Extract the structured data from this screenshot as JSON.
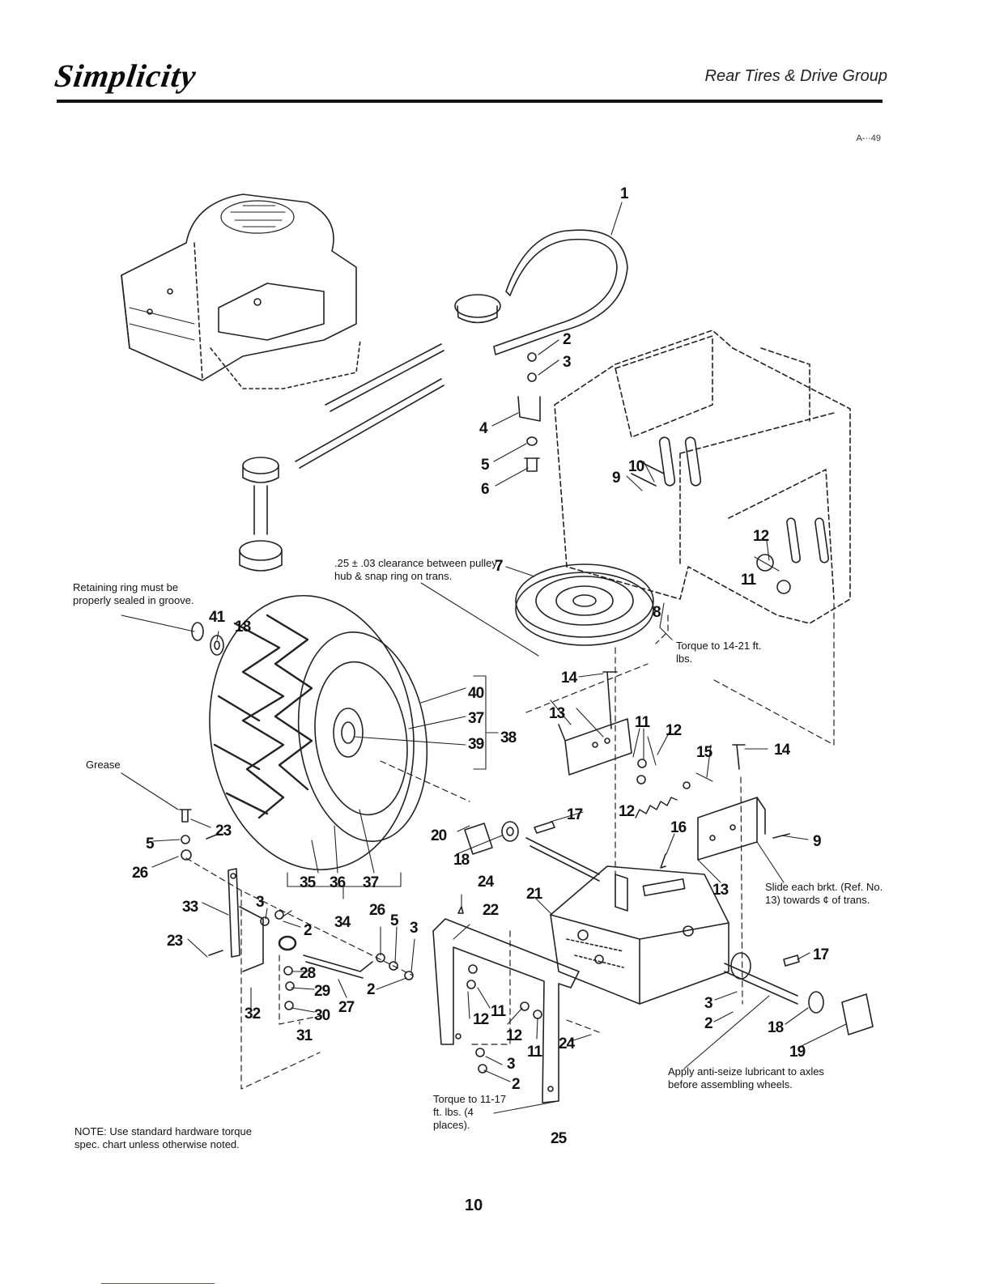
{
  "header": {
    "brand": "Simplicity",
    "section_title": "Rear Tires & Drive Group",
    "figure_code": "A-··49"
  },
  "notes": {
    "clearance": ".25 ± .03 clearance between pulley hub & snap ring on trans.",
    "retaining_ring": "Retaining ring must be properly sealed in groove.",
    "torque_14_21": "Torque to 14-21 ft. lbs.",
    "grease": "Grease",
    "slide_bracket": "Slide each brkt. (Ref. No. 13) towards ¢ of trans.",
    "anti_seize": "Apply anti-seize lubricant to axles before assembling wheels.",
    "torque_11_17": "Torque to 11-17 ft. lbs. (4 places).",
    "hardware_note": "NOTE: Use standard hardware torque spec. chart unless otherwise noted."
  },
  "callouts": [
    "1",
    "2",
    "3",
    "4",
    "5",
    "6",
    "7",
    "8",
    "9",
    "10",
    "11",
    "12",
    "13",
    "14",
    "15",
    "16",
    "17",
    "18",
    "19",
    "20",
    "21",
    "22",
    "23",
    "24",
    "25",
    "26",
    "27",
    "28",
    "29",
    "30",
    "31",
    "32",
    "33",
    "34",
    "35",
    "36",
    "37",
    "38",
    "39",
    "40",
    "41"
  ],
  "page_number": "10"
}
